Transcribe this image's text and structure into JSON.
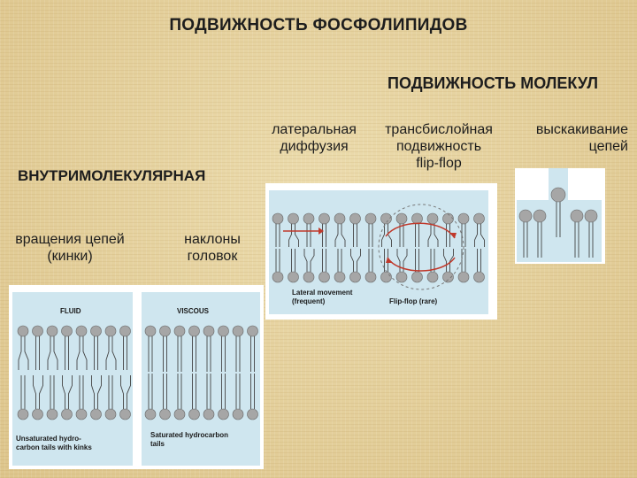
{
  "title": "ПОДВИЖНОСТЬ  ФОСФОЛИПИДОВ",
  "molecular": {
    "title": "ПОДВИЖНОСТЬ МОЛЕКУЛ",
    "lateral": [
      "латеральная",
      "диффузия"
    ],
    "transbilayer": [
      "трансбислойная",
      "подвижность",
      "flip-flop"
    ],
    "protrusion": [
      "выскакивание",
      "цепей"
    ]
  },
  "intramolecular": {
    "title": "ВНУТРИМОЛЕКУЛЯРНАЯ",
    "rotations": [
      "вращения цепей",
      "(кинки)"
    ],
    "tilts": [
      "наклоны",
      "головок"
    ]
  },
  "figures": {
    "fluid_title": "FLUID",
    "fluid_caption": [
      "Unsaturated hydro-",
      "carbon tails with kinks"
    ],
    "viscous_title": "VISCOUS",
    "viscous_caption": [
      "Saturated hydrocarbon",
      "tails"
    ],
    "lateral_caption": [
      "Lateral movement",
      "(frequent)"
    ],
    "flipflop_caption": "Flip-flop (rare)"
  },
  "colors": {
    "panel_bg": "#cfe6ef",
    "head": "#a6a6a6",
    "tail": "#444444"
  }
}
